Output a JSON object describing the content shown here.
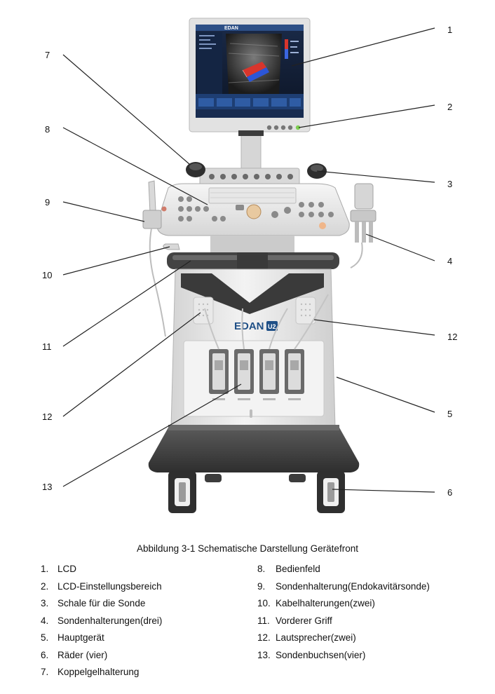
{
  "brand_label": "EDAN",
  "brand_badge": "U2",
  "screen_brand": "EDAN",
  "callouts": [
    "1",
    "2",
    "3",
    "4",
    "5",
    "6",
    "7",
    "8",
    "9",
    "10",
    "11",
    "12",
    "12",
    "13"
  ],
  "caption": "Abbildung 3-1 Schematische Darstellung Gerätefront",
  "legend_left": [
    {
      "num": "1.",
      "text": "LCD"
    },
    {
      "num": "2.",
      "text": "LCD-Einstellungsbereich"
    },
    {
      "num": "3.",
      "text": "Schale für die Sonde"
    },
    {
      "num": "4.",
      "text": "Sondenhalterungen(drei)"
    },
    {
      "num": "5.",
      "text": "Hauptgerät"
    },
    {
      "num": "6.",
      "text": "Räder (vier)"
    },
    {
      "num": "7.",
      "text": "Koppelgelhalterung"
    }
  ],
  "legend_right": [
    {
      "num": "8.",
      "text": "Bedienfeld"
    },
    {
      "num": "9.",
      "text": "Sondenhalterung(Endokavitärsonde)"
    },
    {
      "num": "10.",
      "text": "Kabelhalterungen(zwei)"
    },
    {
      "num": "11.",
      "text": "Vorderer Griff"
    },
    {
      "num": "12.",
      "text": "Lautsprecher(zwei)"
    },
    {
      "num": "13.",
      "text": "Sondenbuchsen(vier)"
    }
  ]
}
